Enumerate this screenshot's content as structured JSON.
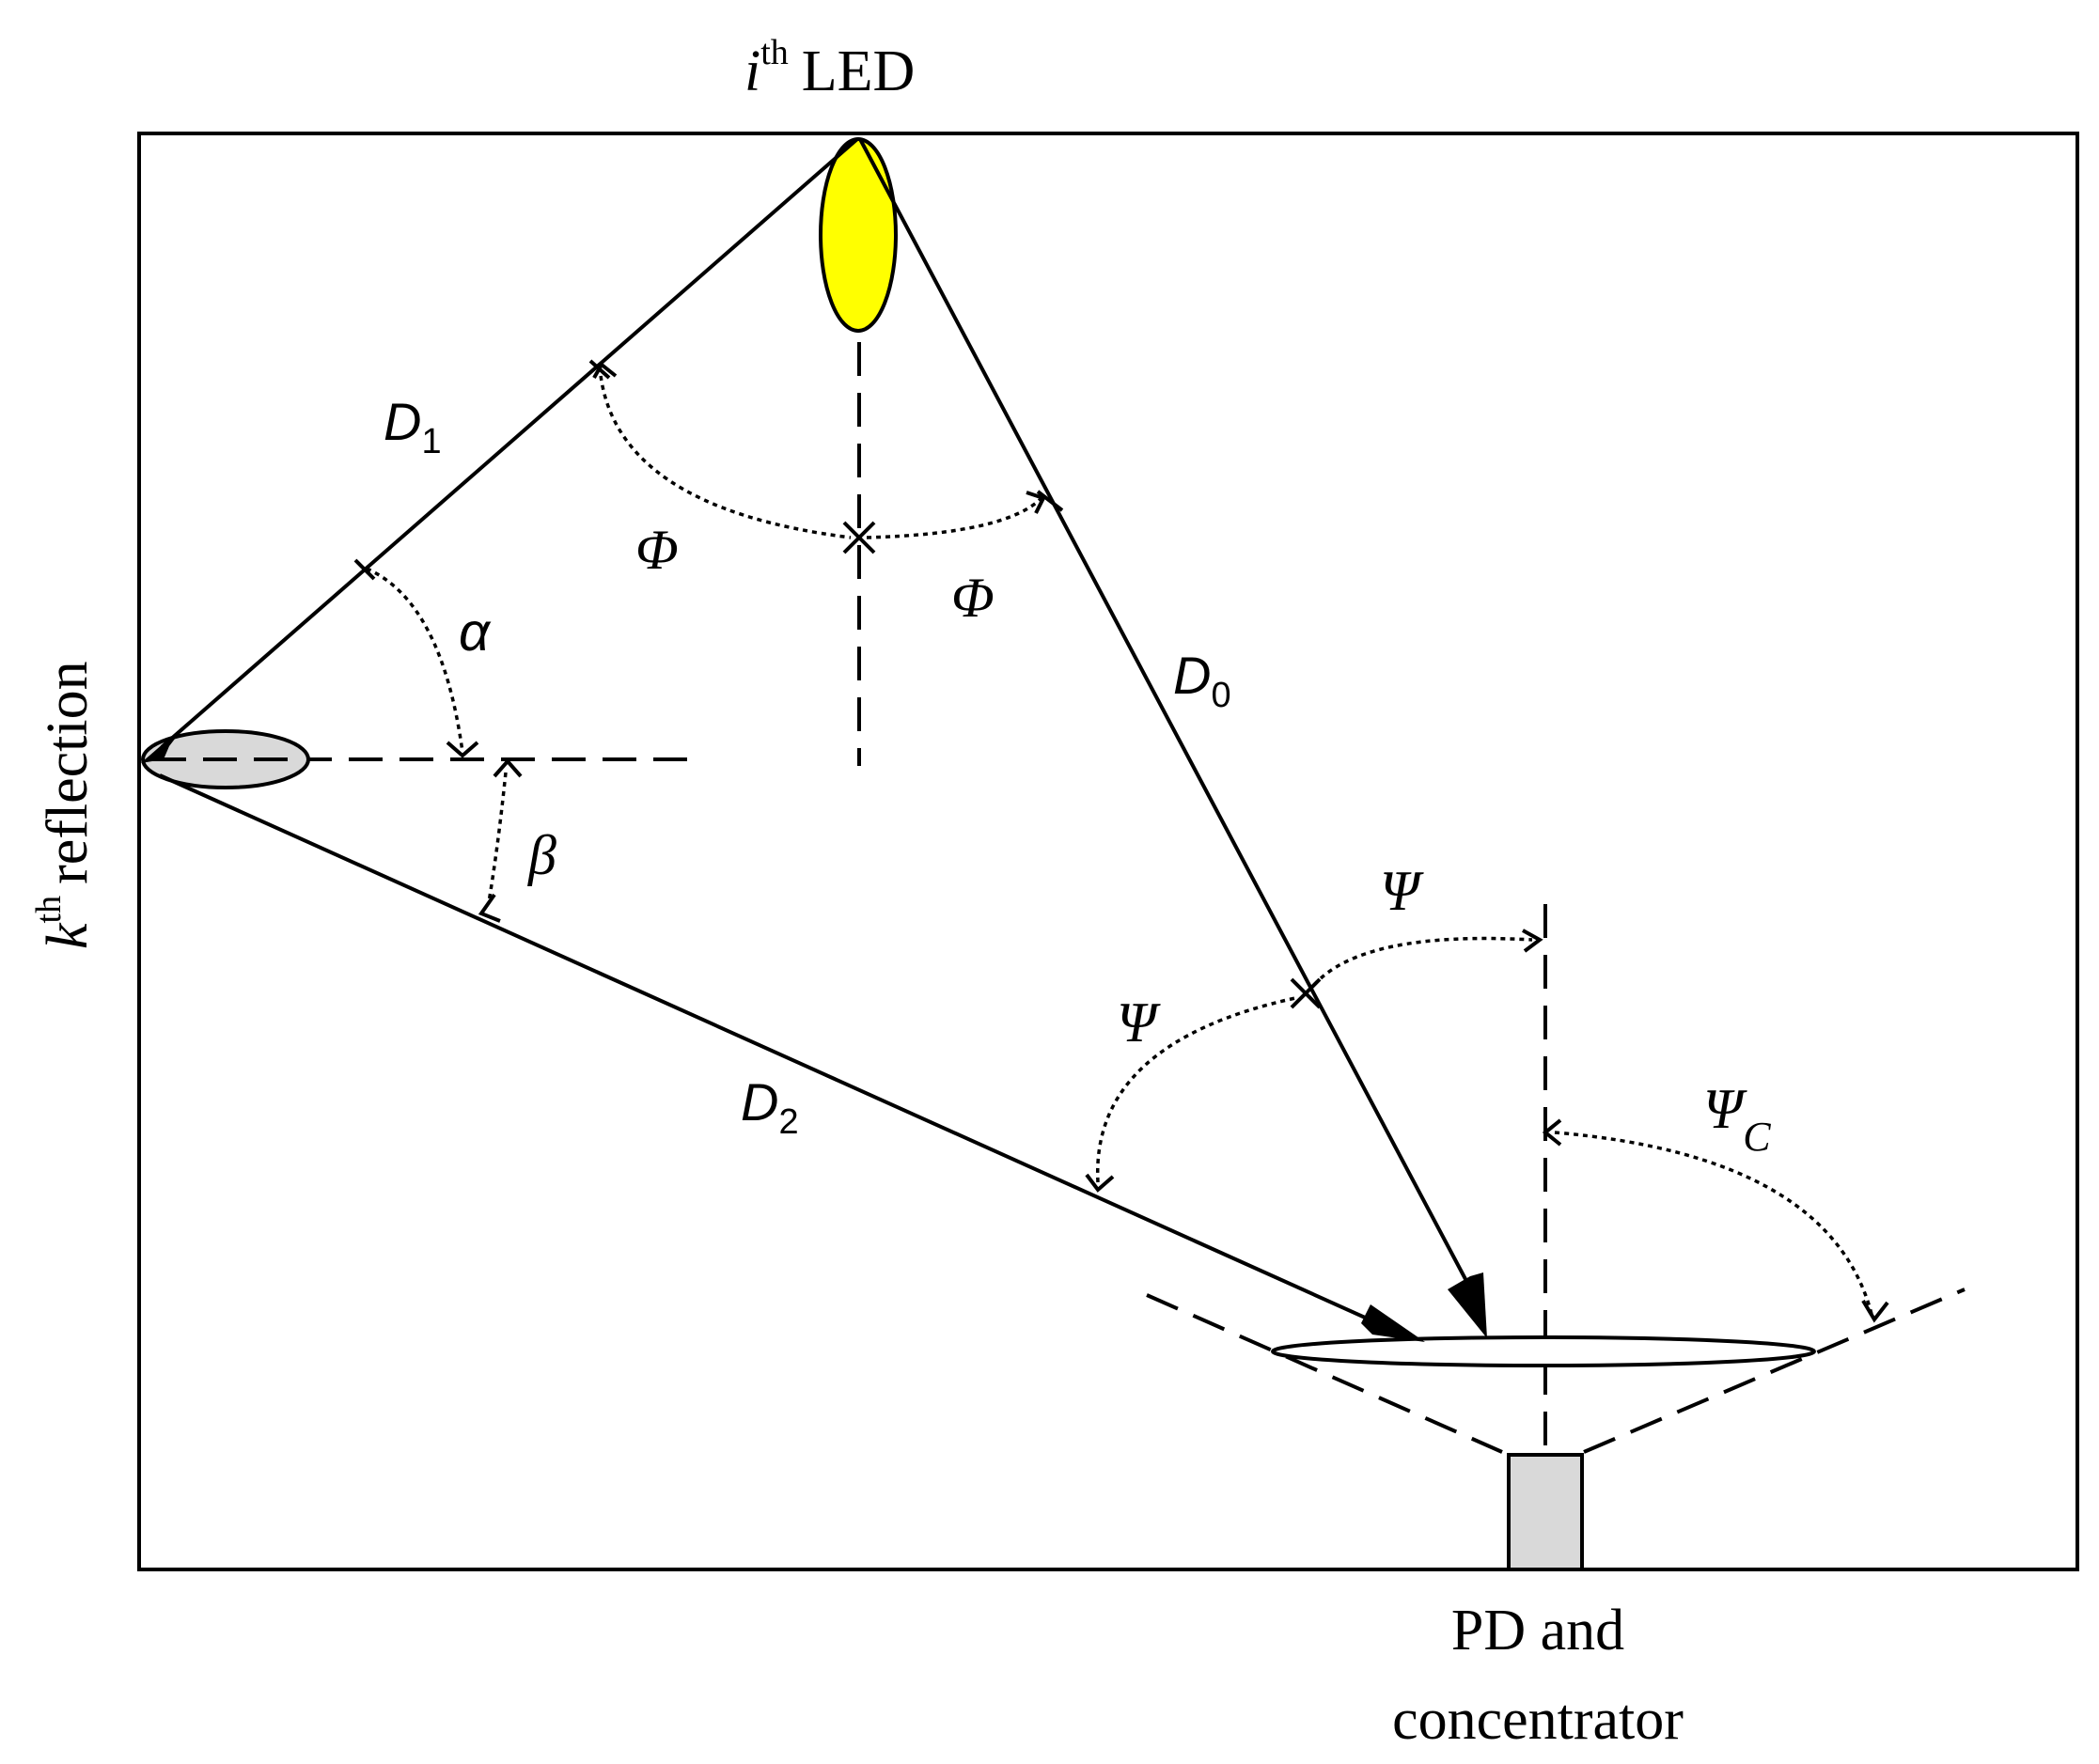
{
  "labels": {
    "led_i": "i",
    "led_sup": "th",
    "led_text": "LED",
    "refl_k": "k",
    "refl_sup": "th",
    "refl_text": "reflection",
    "pd_line1": "PD and",
    "pd_line2": "concentrator",
    "d1": "D",
    "d1_sub": "1",
    "d0": "D",
    "d0_sub": "0",
    "d2": "D",
    "d2_sub": "2",
    "phi_left": "Φ",
    "phi_right": "Φ",
    "alpha": "α",
    "beta": "β",
    "psi_left": "Ψ",
    "psi_right": "Ψ",
    "psi_c": "Ψ",
    "psi_c_sub": "C"
  },
  "colors": {
    "led_fill": "#ffff00",
    "reflector_fill": "#d9d9d9",
    "pd_fill": "#d9d9d9",
    "stroke": "#000000"
  }
}
